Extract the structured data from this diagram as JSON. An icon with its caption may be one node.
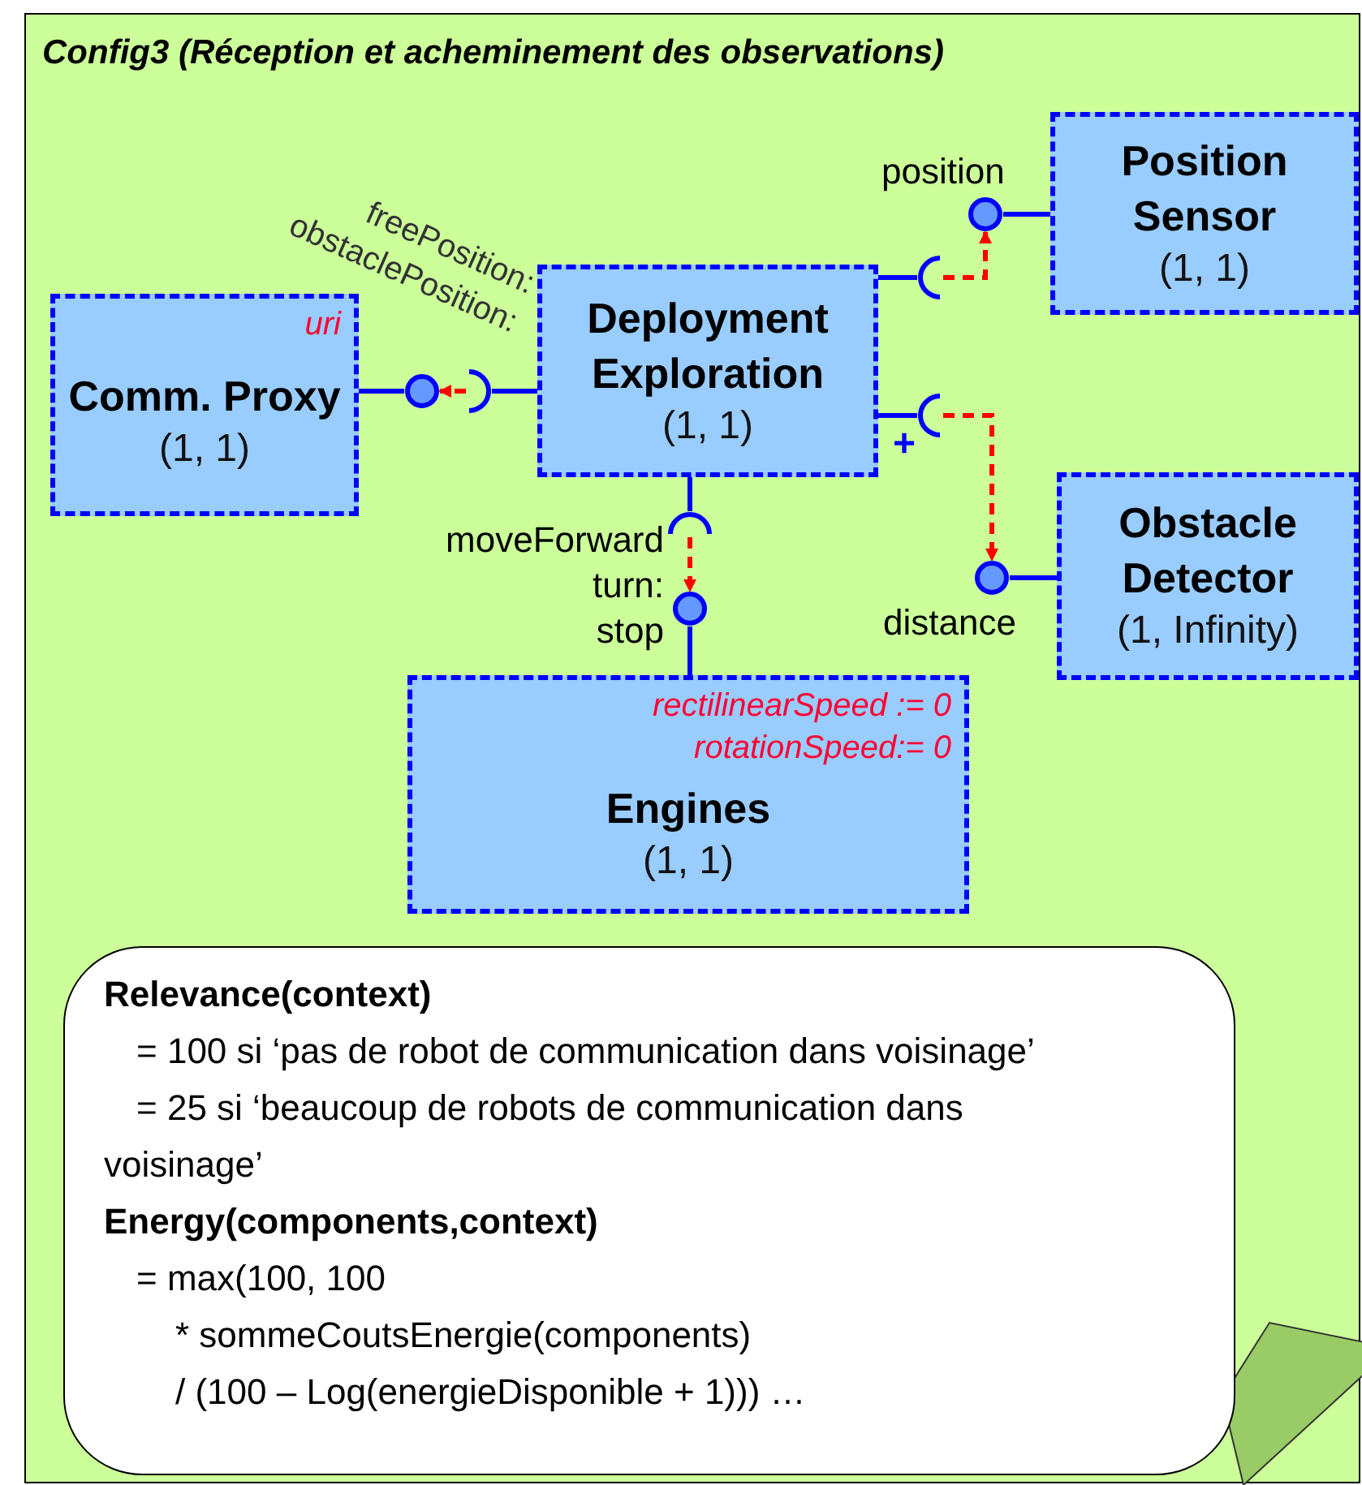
{
  "diagram": {
    "nodes": [
      {
        "text": [
          "Config3 (Réception et acheminement des observations)"
        ]
      },
      {
        "text": [
          "uri",
          "Comm. Proxy",
          "(1, 1)"
        ],
        "in": 0
      },
      {
        "text": [
          "Deployment Exploration",
          "(1, 1)"
        ],
        "in": 0
      },
      {
        "text": [
          "Position Sensor",
          "(1, 1)"
        ],
        "in": 0
      },
      {
        "text": [
          "Obstacle Detector",
          "(1, Infinity)"
        ],
        "in": 0
      },
      {
        "text": [
          "rectilinearSpeed := 0",
          "rotationSpeed:= 0",
          "Engines",
          "(1, 1)"
        ],
        "in": 0
      },
      {
        "text": [],
        "shape": "circle",
        "in": 0
      },
      {
        "text": [],
        "shape": "socket",
        "in": 0,
        "beside": [
          "freePosition:",
          "obstaclePosition:"
        ]
      },
      {
        "text": [],
        "shape": "socket",
        "in": 0
      },
      {
        "text": [],
        "shape": "circle",
        "in": 0,
        "beside": [
          "position"
        ]
      },
      {
        "text": [],
        "shape": "socket",
        "in": 0,
        "beside": [
          "+"
        ]
      },
      {
        "text": [],
        "shape": "circle",
        "in": 0,
        "beside": [
          "distance"
        ]
      },
      {
        "text": [],
        "shape": "socket",
        "in": 0,
        "beside": [
          "moveForward",
          "turn:",
          "stop"
        ]
      },
      {
        "text": [],
        "shape": "circle",
        "in": 0
      },
      {
        "text": [
          "Relevance(context)",
          "= 100 si ‘pas de robot de communication dans voisinage’",
          "= 25 si ‘beaucoup de robots de communication dans voisinage’",
          "Energy(components,context)",
          "= max(100, 100",
          "* sommeCoutsEnergie(components)",
          "/ (100 – Log(energieDisponible + 1))) …"
        ],
        "in": 0
      }
    ],
    "edges": [
      {
        "from": 1,
        "to": 6,
        "arrow": "none"
      },
      {
        "from": 2,
        "to": 7,
        "arrow": "none"
      },
      {
        "from": 7,
        "to": 6,
        "arrow": "to",
        "style": "dashed",
        "color": "#ff0000"
      },
      {
        "from": 2,
        "to": 8,
        "arrow": "none"
      },
      {
        "from": 8,
        "to": 9,
        "arrow": "to",
        "style": "dashed",
        "color": "#ff0000"
      },
      {
        "from": 3,
        "to": 9,
        "arrow": "none"
      },
      {
        "from": 2,
        "to": 10,
        "arrow": "none"
      },
      {
        "from": 10,
        "to": 11,
        "arrow": "to",
        "style": "dashed",
        "color": "#ff0000"
      },
      {
        "from": 4,
        "to": 11,
        "arrow": "none"
      },
      {
        "from": 2,
        "to": 12,
        "arrow": "none"
      },
      {
        "from": 12,
        "to": 13,
        "arrow": "to",
        "style": "dashed",
        "color": "#ff0000"
      },
      {
        "from": 5,
        "to": 13,
        "arrow": "none"
      }
    ]
  }
}
